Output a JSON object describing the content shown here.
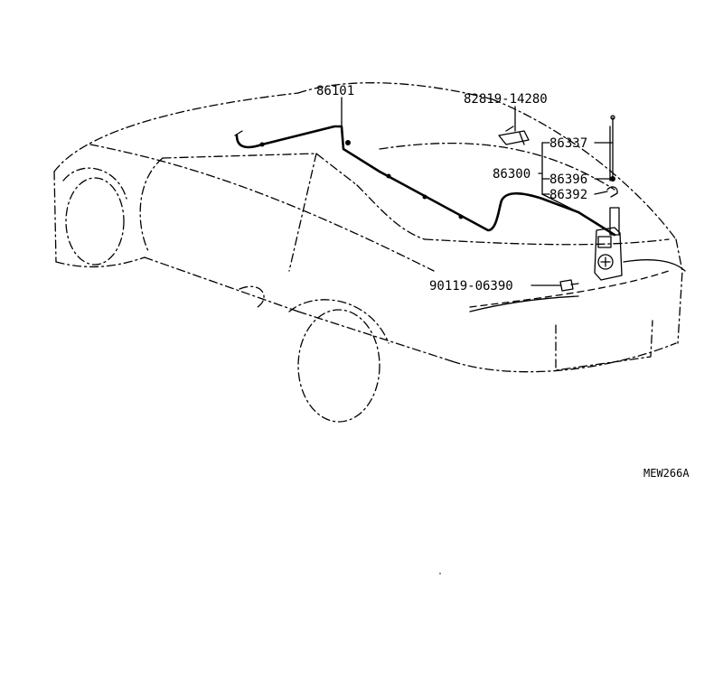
{
  "diagram": {
    "parts": [
      {
        "id": "p86101",
        "number": "86101"
      },
      {
        "id": "p82819",
        "number": "82819-14280"
      },
      {
        "id": "p86337",
        "number": "86337"
      },
      {
        "id": "p86300",
        "number": "86300"
      },
      {
        "id": "p86396",
        "number": "86396"
      },
      {
        "id": "p86392",
        "number": "86392"
      },
      {
        "id": "p90119",
        "number": "90119-06390"
      }
    ],
    "drawing_code": "MEW266A"
  }
}
